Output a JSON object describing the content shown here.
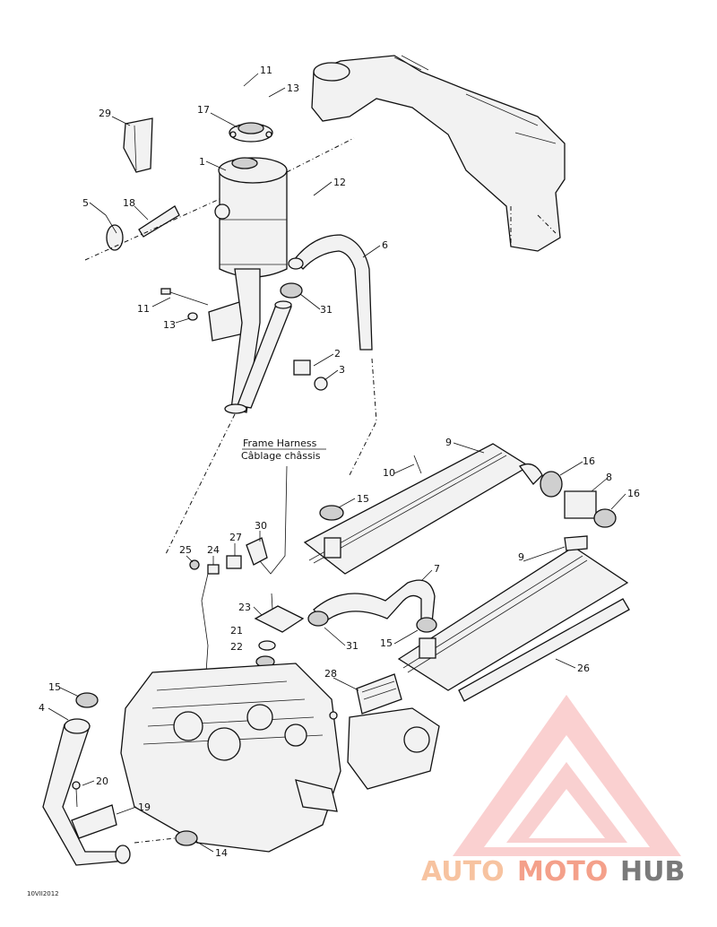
{
  "callouts": {
    "c11a": "11",
    "c13a": "13",
    "c29": "29",
    "c17": "17",
    "c1": "1",
    "c12": "12",
    "c5": "5",
    "c18": "18",
    "c6": "6",
    "c11b": "11",
    "c13b": "13",
    "c31a": "31",
    "c2": "2",
    "c3": "3",
    "c9a": "9",
    "c10": "10",
    "c16a": "16",
    "c8": "8",
    "c16b": "16",
    "c15a": "15",
    "c30": "30",
    "c27": "27",
    "c24": "24",
    "c25": "25",
    "c9b": "9",
    "c7": "7",
    "c23": "23",
    "c21": "21",
    "c22": "22",
    "c31b": "31",
    "c15b": "15",
    "c28": "28",
    "c26": "26",
    "c15c": "15",
    "c4": "4",
    "c20": "20",
    "c19": "19",
    "c14": "14"
  },
  "harness": {
    "line1": "Frame Harness",
    "line2": "Câblage châssis"
  },
  "footer": {
    "date": "10VII2012"
  },
  "watermark": {
    "part1": "AUTO",
    "part2": "MOTO",
    "part3": "HUB",
    "colors": {
      "primary": "#f4a08a",
      "secondary": "#f7c0a0",
      "dark": "#7a7a7a"
    }
  }
}
